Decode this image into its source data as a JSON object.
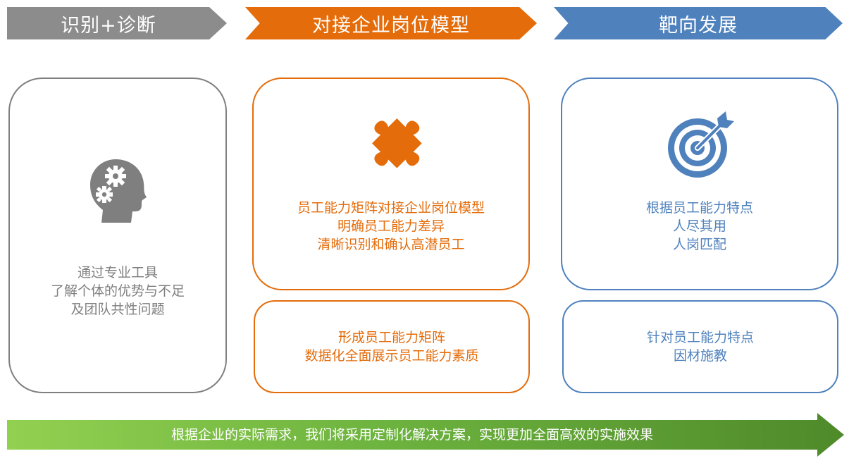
{
  "stages": [
    {
      "title": "识别+诊断",
      "color": "#8c8c8c"
    },
    {
      "title": "对接企业岗位模型",
      "color": "#e46c0a"
    },
    {
      "title": "靶向发展",
      "color": "#4f81bd"
    }
  ],
  "cards": {
    "diagnose": {
      "icon": "head-gears-icon",
      "lines": [
        "通过专业工具",
        "了解个体的优势与不足",
        "及团队共性问题"
      ]
    },
    "model_top": {
      "icon": "puzzle-piece-icon",
      "lines": [
        "员工能力矩阵对接企业岗位模型",
        "明确员工能力差异",
        "清晰识别和确认高潜员工"
      ]
    },
    "model_bottom": {
      "lines": [
        "形成员工能力矩阵",
        "数据化全面展示员工能力素质"
      ]
    },
    "target_top": {
      "icon": "target-arrow-icon",
      "lines": [
        "根据员工能力特点",
        "人尽其用",
        "人岗匹配"
      ]
    },
    "target_bottom": {
      "lines": [
        "针对员工能力特点",
        "因材施教"
      ]
    }
  },
  "footer": {
    "text": "根据企业的实际需求，我们将采用定制化解决方案，实现更加全面高效的实施效果",
    "color_start": "#92d050",
    "color_end": "#4f8a2a"
  }
}
